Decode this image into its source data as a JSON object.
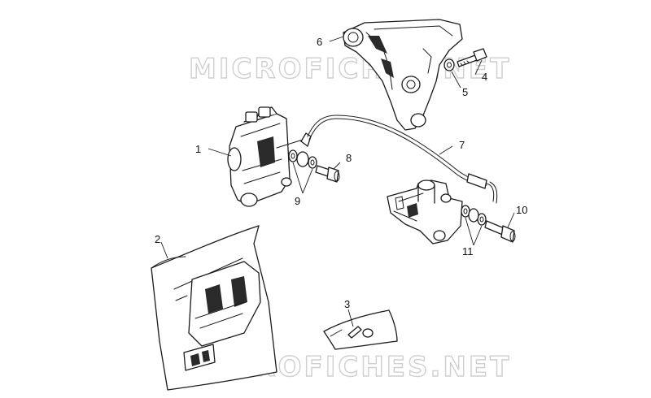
{
  "watermark": {
    "top": "MICROFICHES.NET",
    "bottom": "MICROFICHES.NET"
  },
  "callouts": {
    "c1": "1",
    "c2": "2",
    "c3": "3",
    "c4": "4",
    "c5": "5",
    "c6": "6",
    "c7": "7",
    "c8": "8",
    "c9": "9",
    "c10": "10",
    "c11": "11"
  }
}
